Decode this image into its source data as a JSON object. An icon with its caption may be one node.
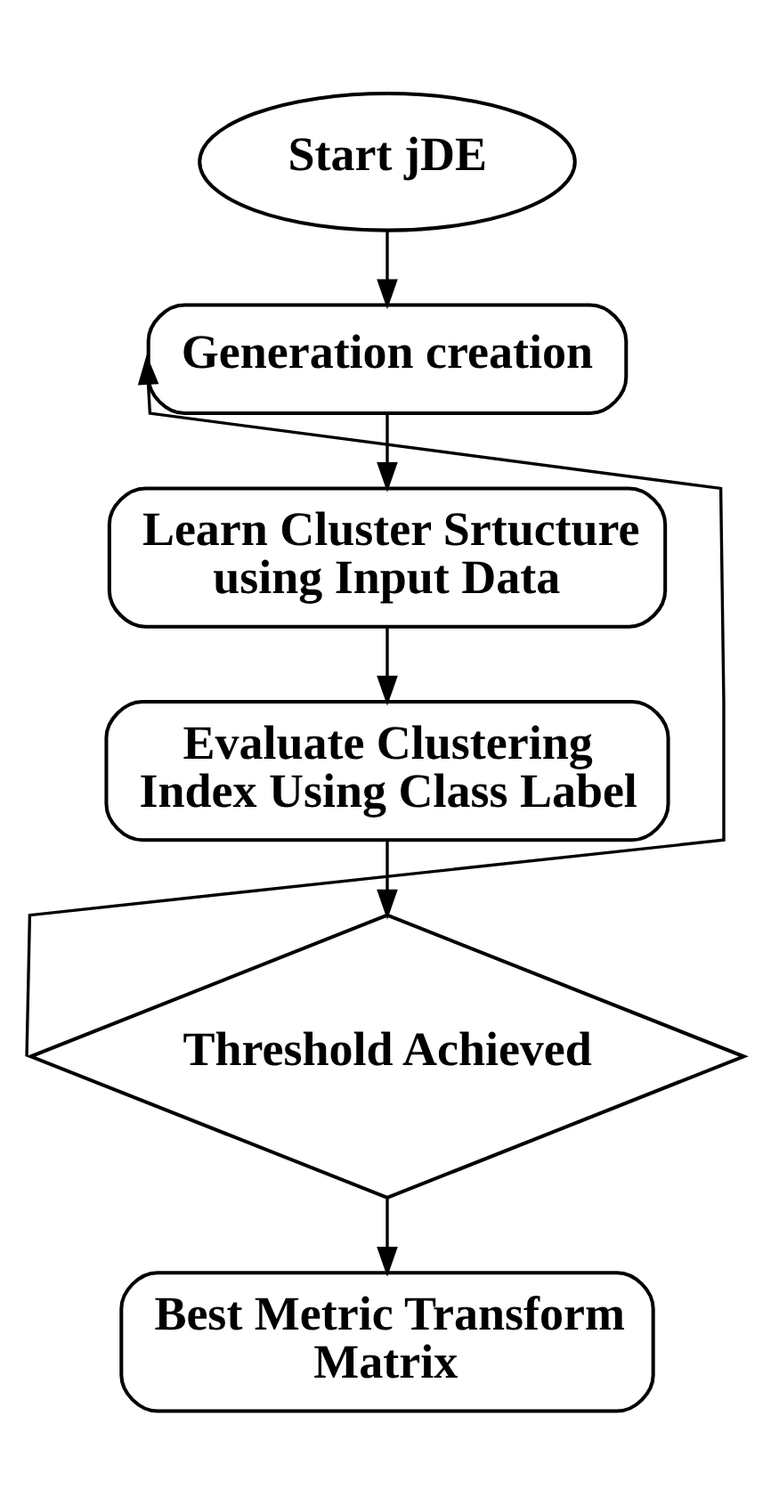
{
  "diagram": {
    "nodes": [
      {
        "text": [
          "Start jDE"
        ]
      },
      {
        "text": [
          "Generation creation"
        ]
      },
      {
        "text": [
          "Learn Cluster Srtucture using Input Data"
        ]
      },
      {
        "text": [
          "Evaluate Clustering Index Using Class Label"
        ]
      },
      {
        "text": [
          "Threshold Achieved"
        ]
      },
      {
        "text": [
          "Best Metric Transform Matrix"
        ]
      }
    ],
    "edges": [
      {
        "from": 0,
        "to": 1,
        "arrow": "to"
      },
      {
        "from": 1,
        "to": 2,
        "arrow": "to"
      },
      {
        "from": 2,
        "to": 3,
        "arrow": "to"
      },
      {
        "from": 3,
        "to": 4,
        "arrow": "to"
      },
      {
        "from": 4,
        "to": 5,
        "arrow": "to"
      },
      {
        "from": 4,
        "to": 1,
        "arrow": "to"
      }
    ]
  }
}
